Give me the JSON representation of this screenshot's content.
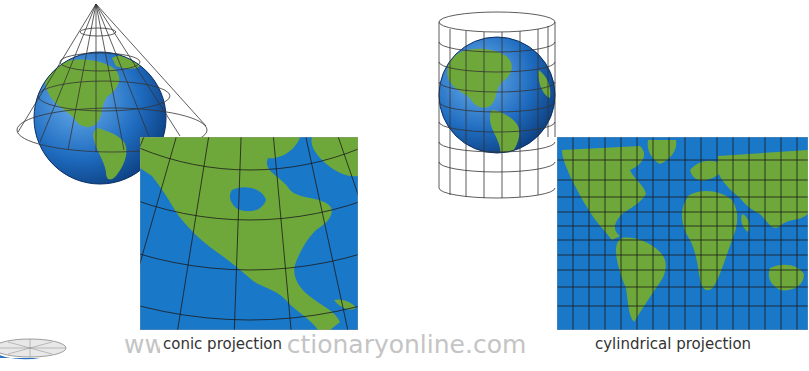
{
  "diagram": {
    "labels": [
      "conic projection",
      "cylindrical projection",
      "www.visualdictionaryonline.com"
    ]
  }
}
